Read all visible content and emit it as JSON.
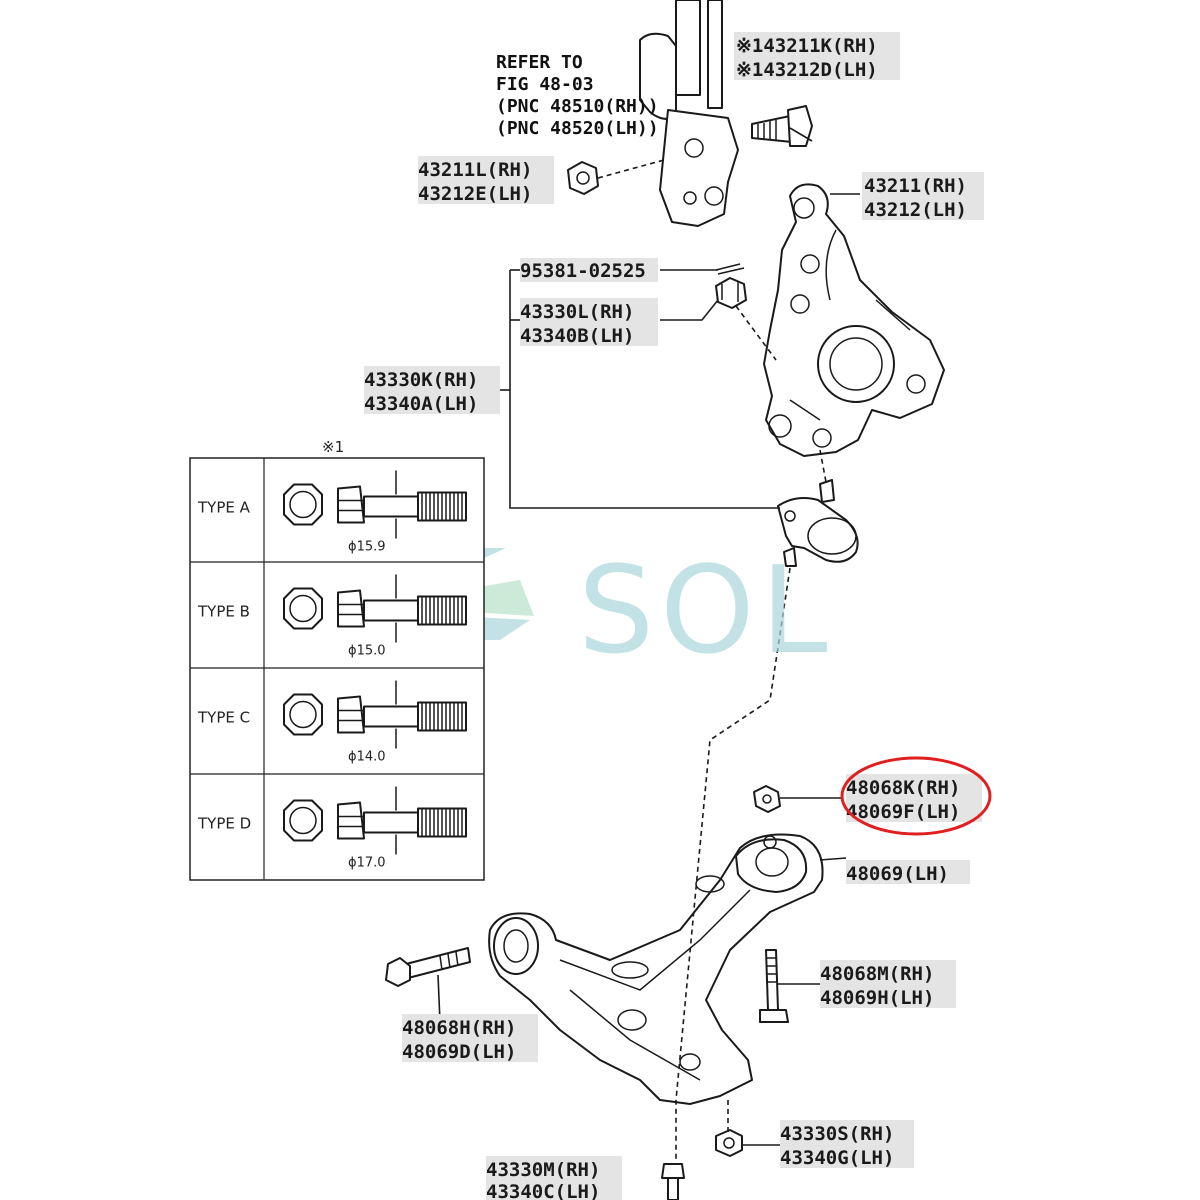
{
  "reference": {
    "line1": "REFER TO",
    "line2": "FIG 48-03",
    "line3": "(PNC 48510(RH))",
    "line4": "(PNC 48520(LH))"
  },
  "labels": {
    "nut_upper": [
      "43211L(RH)",
      "43212E(LH)"
    ],
    "bolt_upper": [
      "※143211K(RH)",
      "※143212D(LH)"
    ],
    "knuckle": [
      "43211(RH)",
      "43212(LH)"
    ],
    "cotter_pin": [
      "95381-02525"
    ],
    "castle_nut": [
      "43330L(RH)",
      "43340B(LH)"
    ],
    "ball_joint": [
      "43330K(RH)",
      "43340A(LH)"
    ],
    "arm_nut": [
      "48068K(RH)",
      "48069F(LH)"
    ],
    "lower_arm": [
      "48069(LH)"
    ],
    "arm_bolt_right": [
      "48068M(RH)",
      "48069H(LH)"
    ],
    "arm_bolt_left": [
      "48068H(RH)",
      "48069D(LH)"
    ],
    "bj_nut": [
      "43330S(RH)",
      "43340G(LH)"
    ],
    "bj_bolt": [
      "43330M(RH)",
      "43340C(LH)"
    ]
  },
  "bolt_table": {
    "note": "※1",
    "rows": [
      {
        "type": "TYPE A",
        "diameter": "ϕ15.9"
      },
      {
        "type": "TYPE B",
        "diameter": "ϕ15.0"
      },
      {
        "type": "TYPE C",
        "diameter": "ϕ14.0"
      },
      {
        "type": "TYPE D",
        "diameter": "ϕ17.0"
      }
    ]
  },
  "watermark": {
    "text": "SOL",
    "color": "#a9d6dc"
  },
  "highlight_color": "#e02020"
}
